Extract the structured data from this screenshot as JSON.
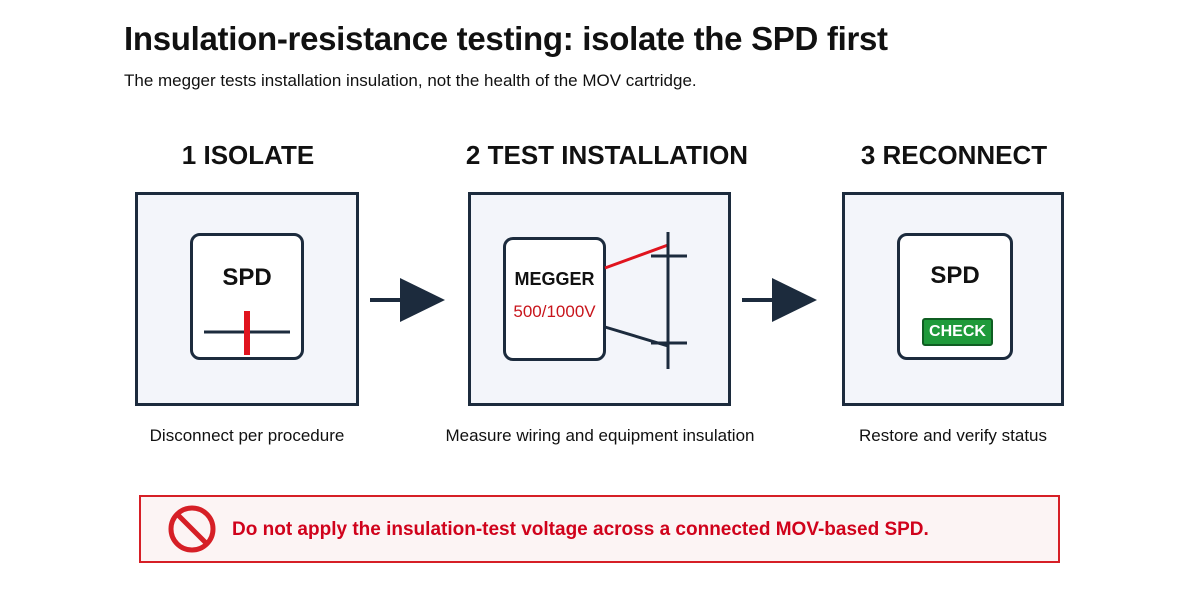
{
  "header": {
    "title": "Insulation-resistance testing: isolate the SPD first",
    "subtitle": "The megger tests installation insulation, not the health of the MOV cartridge."
  },
  "steps": [
    {
      "heading": "1 ISOLATE",
      "device_label": "SPD",
      "caption": "Disconnect per procedure"
    },
    {
      "heading": "2 TEST INSTALLATION",
      "device_label": "MEGGER",
      "voltage": "500/1000V",
      "caption": "Measure wiring and equipment insulation"
    },
    {
      "heading": "3 RECONNECT",
      "device_label": "SPD",
      "badge": "CHECK",
      "caption": "Restore and verify status"
    }
  ],
  "warning": {
    "text": "Do not apply the insulation-test voltage across a connected MOV-based SPD.",
    "icon": "prohibited-icon"
  },
  "colors": {
    "navy": "#1c2b3d",
    "panel_bg": "#f3f5fa",
    "red": "#d61f26",
    "green": "#1f9a3a"
  }
}
